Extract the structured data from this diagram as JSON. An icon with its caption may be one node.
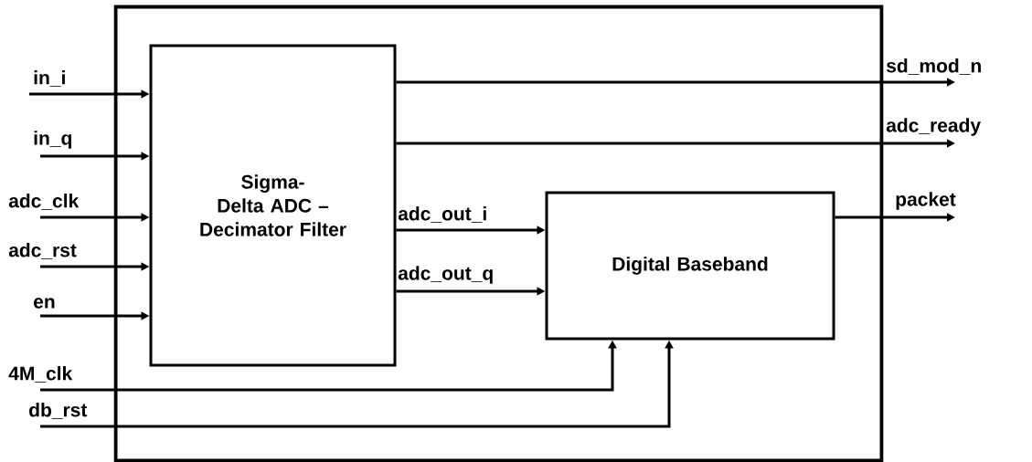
{
  "diagram": {
    "nodes": [
      {
        "text": [],
        "shape": "box"
      },
      {
        "text": [
          "Sigma-Delta ADC – Decimator Filter"
        ],
        "in": 0
      },
      {
        "text": [
          "Digital Baseband"
        ],
        "in": 0
      }
    ],
    "edges": [
      {
        "from": null,
        "to": 1,
        "arrow": "to",
        "label": "in_i"
      },
      {
        "from": null,
        "to": 1,
        "arrow": "to",
        "label": "in_q"
      },
      {
        "from": null,
        "to": 1,
        "arrow": "to",
        "label": "adc_clk"
      },
      {
        "from": null,
        "to": 1,
        "arrow": "to",
        "label": "adc_rst"
      },
      {
        "from": null,
        "to": 1,
        "arrow": "to",
        "label": "en"
      },
      {
        "from": 1,
        "to": 2,
        "arrow": "to",
        "label": "adc_out_i"
      },
      {
        "from": 1,
        "to": 2,
        "arrow": "to",
        "label": "adc_out_q"
      },
      {
        "from": null,
        "to": 2,
        "arrow": "to",
        "label": "4M_clk"
      },
      {
        "from": null,
        "to": 2,
        "arrow": "to",
        "label": "db_rst"
      },
      {
        "from": 1,
        "to": null,
        "arrow": "to",
        "label": "sd_mod_n"
      },
      {
        "from": 1,
        "to": null,
        "arrow": "to",
        "label": "adc_ready"
      },
      {
        "from": 2,
        "to": null,
        "arrow": "to",
        "label": "packet"
      }
    ]
  }
}
